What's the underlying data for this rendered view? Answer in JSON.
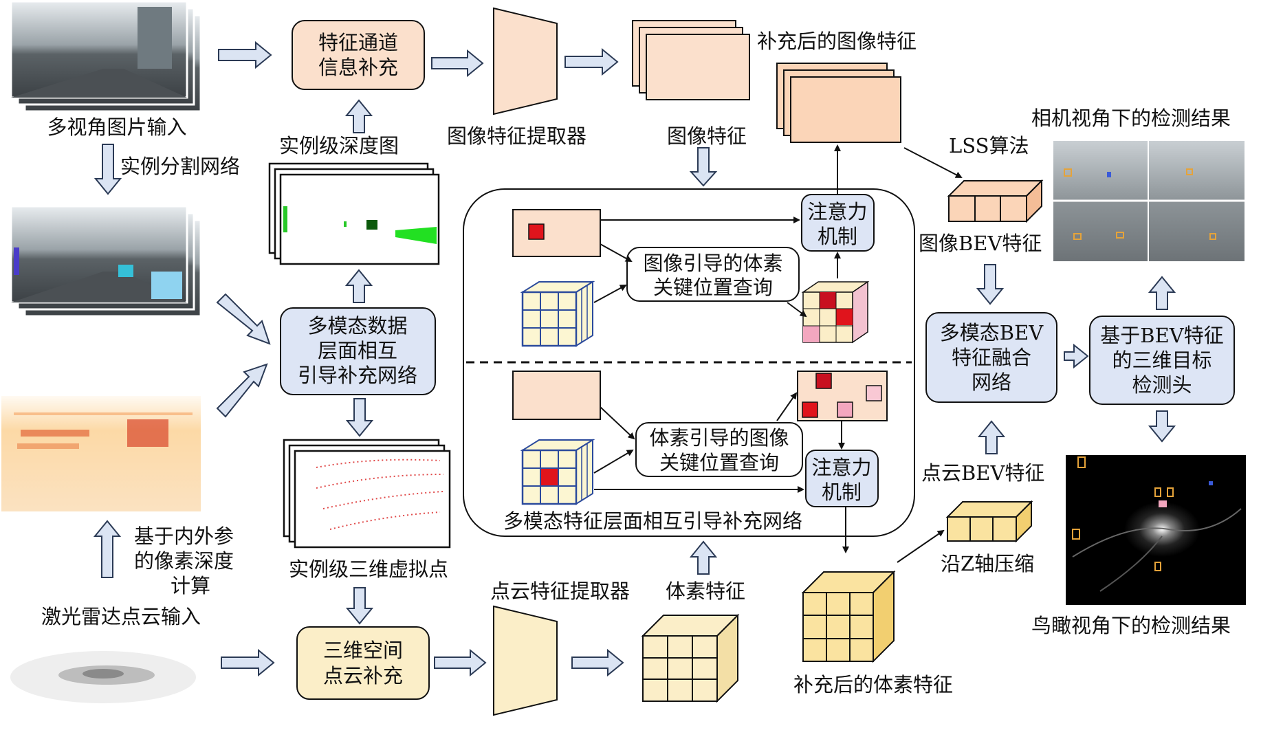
{
  "labels": {
    "multi_view_input": "多视角图片输入",
    "instance_seg_net": "实例分割网络",
    "lidar_input": "激光雷达点云输入",
    "pixel_depth_calc": [
      "基于内外参",
      "的像素深度",
      "计算"
    ],
    "instance_depth_map": "实例级深度图",
    "instance_3d_points": "实例级三维虚拟点",
    "image_feature_extractor": "图像特征提取器",
    "image_features": "图像特征",
    "supplemented_image_features": "补充后的图像特征",
    "pointcloud_feature_extractor": "点云特征提取器",
    "voxel_features": "体素特征",
    "supplemented_voxel_features": "补充后的体素特征",
    "lss_algorithm": "LSS算法",
    "image_bev_features": "图像BEV特征",
    "pointcloud_bev_features": "点云BEV特征",
    "z_axis_compress": "沿Z轴压缩",
    "camera_view_result": "相机视角下的检测结果",
    "bev_view_result": "鸟瞰视角下的检测结果",
    "mutual_guide_net_caption": "多模态特征层面相互引导补充网络"
  },
  "boxes": {
    "channel_supplement": [
      "特征通道",
      "信息补充"
    ],
    "multimodal_data_net": [
      "多模态数据",
      "层面相互",
      "引导补充网络"
    ],
    "spatial_supplement": [
      "三维空间",
      "点云补充"
    ],
    "image_guided_query": [
      "图像引导的体素",
      "关键位置查询"
    ],
    "voxel_guided_query": [
      "体素引导的图像",
      "关键位置查询"
    ],
    "attention_top": [
      "注意力",
      "机制"
    ],
    "attention_bottom": [
      "注意力",
      "机制"
    ],
    "bev_fusion": [
      "多模态BEV",
      "特征融合",
      "网络"
    ],
    "detection_head": [
      "基于BEV特征",
      "的三维目标",
      "检测头"
    ]
  },
  "colors": {
    "peach": "#fbe0cc",
    "yellow": "#fbeec8",
    "blue": "#dde5f5",
    "red": "#e0141c",
    "pink": "#f3a7bf",
    "arrow": "#dbe4f3"
  }
}
